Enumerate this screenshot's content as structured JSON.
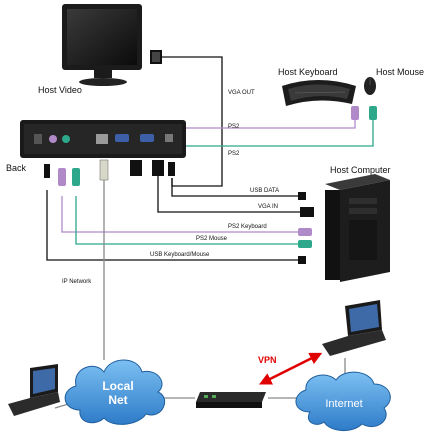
{
  "labels": {
    "host_video": "Host Video",
    "vga_out": "VGA OUT",
    "host_keyboard": "Host Keyboard",
    "host_mouse": "Host Mouse",
    "ps2_upper": "PS2",
    "ps2_lower": "PS2",
    "back": "Back",
    "host_computer": "Host Computer",
    "usb_data": "USB DATA",
    "vga_in": "VGA IN",
    "ps2_keyboard": "PS2 Keyboard",
    "ps2_mouse": "PS2  Mouse",
    "usb_keyboard_mouse": "USB Keyboard/Mouse",
    "ip_network": "IP Network",
    "vpn": "VPN",
    "local_net_line1": "Local",
    "local_net_line2": "Net",
    "internet": "Internet"
  },
  "colors": {
    "vga_cable": "#111111",
    "ps2_keyboard_cable": "#b08ac8",
    "ps2_mouse_cable": "#2ea88a",
    "network_cable": "#8a8a8a",
    "cloud_fill": "#3f8fd6",
    "vpn_arrow": "#e00000"
  }
}
